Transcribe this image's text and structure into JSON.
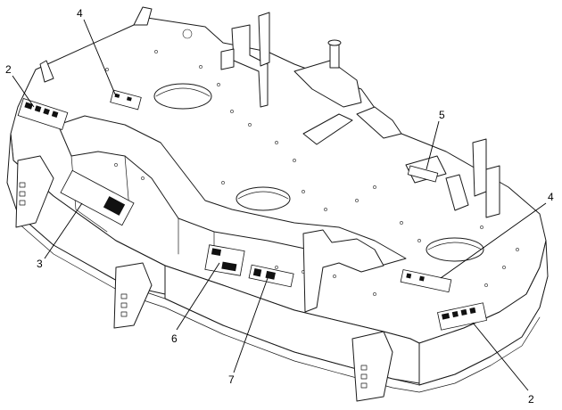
{
  "callouts": {
    "c1": "2",
    "c2": "4",
    "c3": "3",
    "c4": "5",
    "c5": "4",
    "c6": "6",
    "c7": "7",
    "c8": "2"
  },
  "colors": {
    "line": "#1a1a1a",
    "background": "#ffffff",
    "decal_dark": "#111111"
  }
}
